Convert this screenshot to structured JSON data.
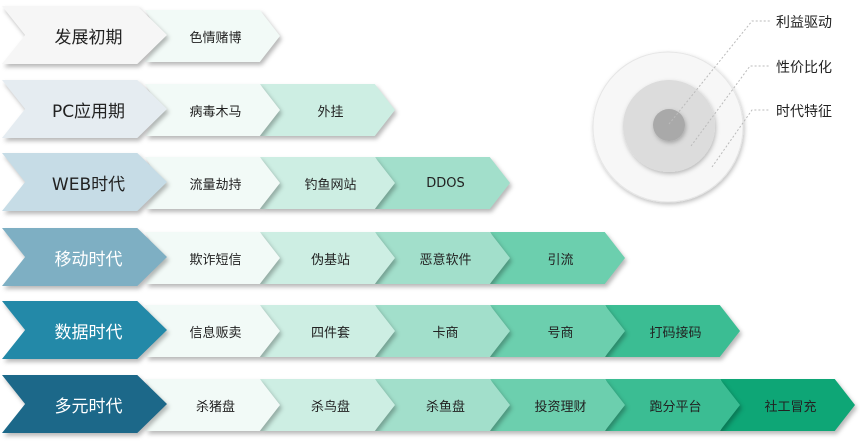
{
  "rows": [
    {
      "label": "发展初期",
      "color": "#f6f6f6",
      "text_color": "#222222",
      "items": [
        "色情赌博"
      ]
    },
    {
      "label": "PC应用期",
      "color": "#e5ecf1",
      "text_color": "#222222",
      "items": [
        "病毒木马",
        "外挂"
      ]
    },
    {
      "label": "WEB时代",
      "color": "#c6dce6",
      "text_color": "#222222",
      "items": [
        "流量劫持",
        "钓鱼网站",
        "DDOS"
      ]
    },
    {
      "label": "移动时代",
      "color": "#7eafc3",
      "text_color": "#ffffff",
      "items": [
        "欺诈短信",
        "伪基站",
        "恶意软件",
        "引流"
      ]
    },
    {
      "label": "数据时代",
      "color": "#2389a8",
      "text_color": "#ffffff",
      "items": [
        "信息贩卖",
        "四件套",
        "卡商",
        "号商",
        "打码接码"
      ]
    },
    {
      "label": "多元时代",
      "color": "#1c6889",
      "text_color": "#ffffff",
      "items": [
        "杀猪盘",
        "杀鸟盘",
        "杀鱼盘",
        "投资理财",
        "跑分平台",
        "社工冒充"
      ]
    }
  ],
  "item_colors": [
    "#f2faf7",
    "#cdeee3",
    "#a2dfcb",
    "#6ccfae",
    "#3bbd93",
    "#0ea676"
  ],
  "legend": {
    "labels": [
      "利益驱动",
      "性价比化",
      "时代特征"
    ],
    "circle_colors": [
      "#f7f7f7",
      "#dcdcdc",
      "#a9a9a9"
    ]
  }
}
